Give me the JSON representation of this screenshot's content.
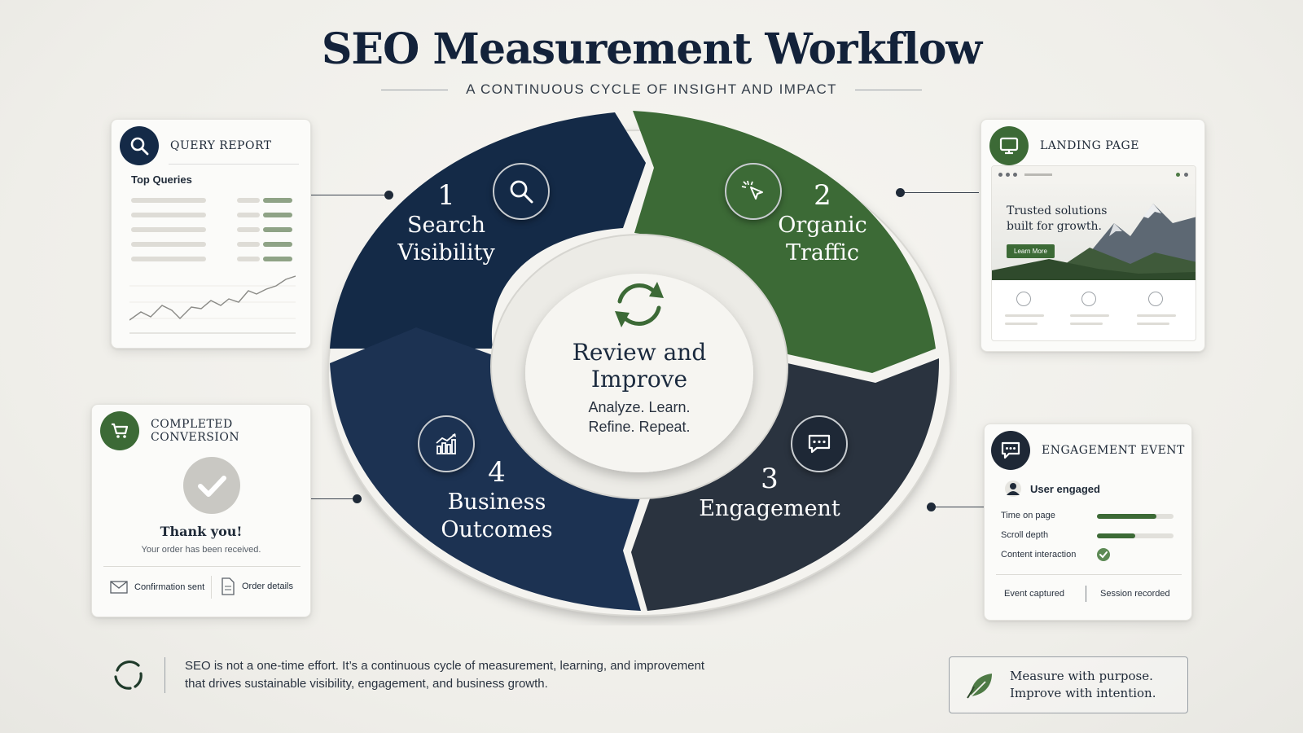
{
  "header": {
    "title": "SEO Measurement Workflow",
    "subtitle": "A CONTINUOUS CYCLE OF INSIGHT AND IMPACT"
  },
  "colors": {
    "navy": "#142a47",
    "green": "#3c6a36",
    "charcoal": "#2a3340",
    "background": "#f2f1ed"
  },
  "cycle": {
    "steps": [
      {
        "number": "1",
        "label_line1": "Search",
        "label_line2": "Visibility",
        "icon": "search-icon",
        "color": "#142a47"
      },
      {
        "number": "2",
        "label_line1": "Organic",
        "label_line2": "Traffic",
        "icon": "cursor-click-icon",
        "color": "#3c6a36"
      },
      {
        "number": "3",
        "label_line1": "Engagement",
        "label_line2": "",
        "icon": "chat-icon",
        "color": "#2a3340"
      },
      {
        "number": "4",
        "label_line1": "Business",
        "label_line2": "Outcomes",
        "icon": "bar-chart-icon",
        "color": "#1c3252"
      }
    ],
    "center": {
      "title_line1": "Review and",
      "title_line2": "Improve",
      "sub_line1": "Analyze. Learn.",
      "sub_line2": "Refine. Repeat.",
      "icon": "refresh-icon"
    }
  },
  "cards": {
    "query_report": {
      "title": "QUERY REPORT",
      "heading": "Top Queries",
      "icon": "search-icon"
    },
    "landing_page": {
      "title": "LANDING PAGE",
      "hero_line1": "Trusted solutions",
      "hero_line2": "built for growth.",
      "cta": "Learn More",
      "icon": "monitor-icon"
    },
    "conversion": {
      "title": "COMPLETED CONVERSION",
      "thanks": "Thank you!",
      "received": "Your order has been received.",
      "confirmation": "Confirmation sent",
      "details": "Order details",
      "icon": "cart-icon"
    },
    "engagement": {
      "title": "ENGAGEMENT EVENT",
      "user": "User engaged",
      "metrics": [
        {
          "label": "Time on page",
          "fraction": 0.78
        },
        {
          "label": "Scroll depth",
          "fraction": 0.5
        },
        {
          "label": "Content interaction",
          "fraction": 1
        }
      ],
      "event_captured": "Event captured",
      "session_recorded": "Session recorded",
      "icon": "chat-icon"
    }
  },
  "footer": {
    "text_line1": "SEO is not a one-time effort. It’s a continuous cycle of measurement, learning, and improvement",
    "text_line2": "that drives sustainable visibility, engagement, and business growth.",
    "motto_line1": "Measure with purpose.",
    "motto_line2": "Improve with intention."
  }
}
